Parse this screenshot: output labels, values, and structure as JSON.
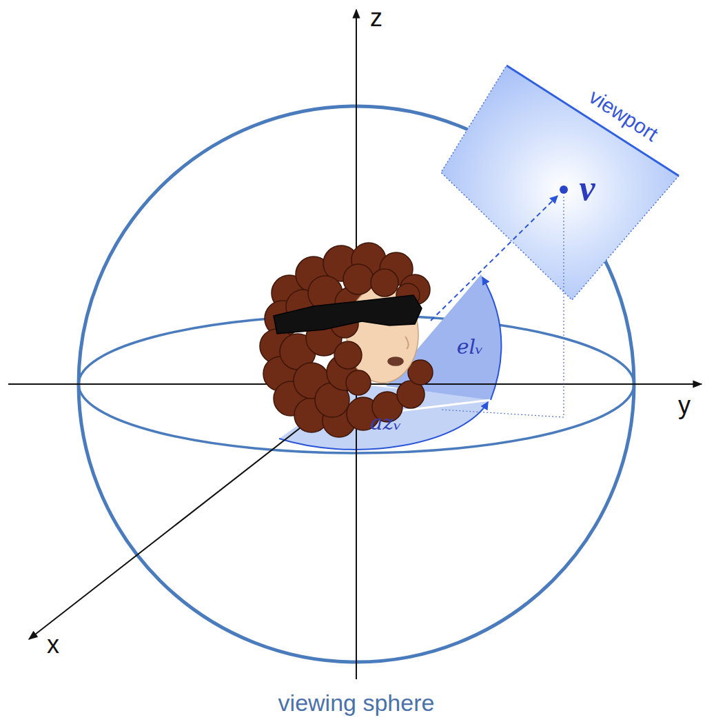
{
  "diagram": {
    "nodes": [
      {
        "text": [
          "viewport",
          "v"
        ]
      }
    ],
    "labels": [
      "z",
      "y",
      "x",
      "elᵥ",
      "azᵥ",
      "viewing sphere"
    ]
  }
}
